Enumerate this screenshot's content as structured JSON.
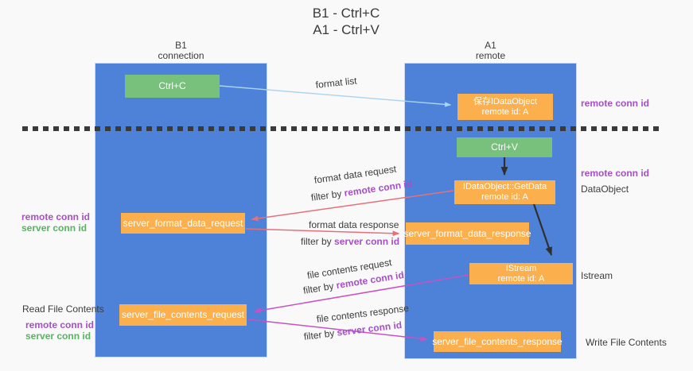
{
  "title": {
    "line1": "B1 - Ctrl+C",
    "line2": "A1 - Ctrl+V"
  },
  "lanes": {
    "left": {
      "title": "B1",
      "subtitle": "connection"
    },
    "right": {
      "title": "A1",
      "subtitle": "remote"
    }
  },
  "nodes": {
    "ctrl_c": {
      "label": "Ctrl+C"
    },
    "ctrl_v": {
      "label": "Ctrl+V"
    },
    "save_dataobject": {
      "line1": "保存IDataObject",
      "line2": "remote id: A"
    },
    "getdata": {
      "line1": "IDataObject::GetData",
      "line2": "remote id: A"
    },
    "istream": {
      "line1": "IStream",
      "line2": "remote id: A"
    },
    "format_request": {
      "label": "server_format_data_request"
    },
    "format_response": {
      "label": "server_format_data_response"
    },
    "file_request": {
      "label": "server_file_contents_request"
    },
    "file_response": {
      "label": "server_file_contents_response"
    }
  },
  "edge_labels": {
    "format_list": "format list",
    "format_data_request": "format data request",
    "format_data_response": "format data response",
    "file_contents_request": "file contents request",
    "file_contents_response": "file contents response",
    "filter_by": "filter by",
    "remote_conn_id": "remote conn id",
    "server_conn_id": "server conn id"
  },
  "annotations": {
    "remote_conn_id": "remote conn id",
    "server_conn_id": "server conn id",
    "dataobject": "DataObject",
    "istream": "Istream",
    "read_file_contents": "Read File Contents",
    "write_file_contents": "Write File Contents"
  },
  "colors": {
    "bg": "#f9f9f9",
    "lane-blue": "#4d82d8",
    "node-orange": "#fbb04d",
    "node-green": "#77c17c",
    "arrow-salmon": "#e5707c",
    "arrow-magenta": "#c653c1",
    "arrow-lightblue": "#a9d3ee",
    "arrow-black": "#2f2f2f",
    "text-dark": "#3c3c3c",
    "text-purple": "#a64fc8",
    "text-green": "#56b45f",
    "dash": "#3a3a3a"
  }
}
